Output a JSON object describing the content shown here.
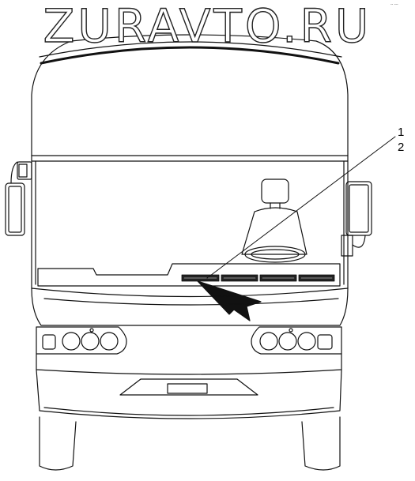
{
  "watermark": "ZURAVTO.RU",
  "callouts": {
    "c1": "1",
    "c2": "2"
  },
  "corner_mark": "-- ---",
  "colors": {
    "line": "#111111",
    "background": "#ffffff",
    "fill": "#222222"
  },
  "icons": {
    "pointer": "arrow-pointer-icon"
  }
}
